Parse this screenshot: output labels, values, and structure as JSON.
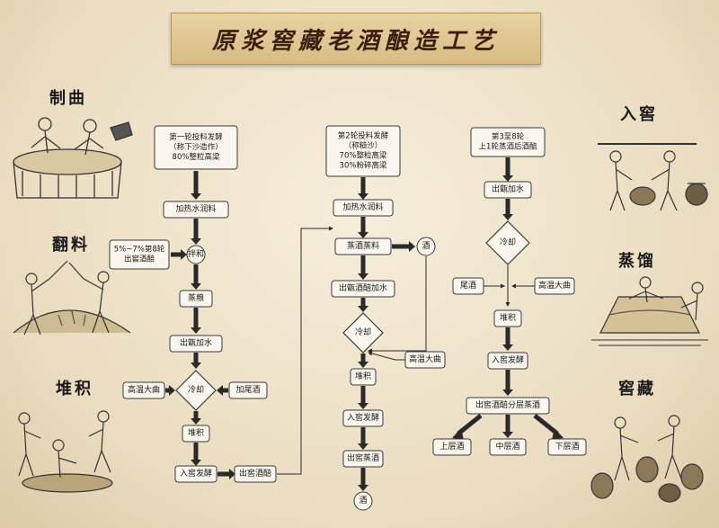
{
  "title": "原浆窖藏老酒酿造工艺",
  "side_labels": {
    "zhiqu": "制曲",
    "fanliao": "翻料",
    "duiji": "堆积",
    "rujiao": "入窖",
    "zhengliu": "蒸馏",
    "jiaocang": "窖藏"
  },
  "nodes": {
    "c1_head_1": "第一轮投料发酵",
    "c1_head_2": "（称下沙造作）",
    "c1_head_3": "80%整粒高梁",
    "c1_water": "加热水润料",
    "c1_side_1": "5%~7%第8轮",
    "c1_side_2": "出窖酒醅",
    "c1_mix": "拌和",
    "c1_steam": "蒸粮",
    "c1_cold": "出甑加水",
    "c1_cool": "冷却",
    "c1_daqu": "高温大曲",
    "c1_weijiu": "加尾酒",
    "c1_pile": "堆积",
    "c1_ferm": "入窖发酵",
    "c1_out": "出窖酒醅",
    "c2_head_1": "第2轮投料发酵",
    "c2_head_2": "（称糙沙）",
    "c2_head_3": "70%整粒高梁",
    "c2_head_4": "30%粉碎高梁",
    "c2_water": "加热水润料",
    "c2_steam": "蒸酒蒸料",
    "c2_jiu1": "酒",
    "c2_cold": "出甑酒醅加水",
    "c2_cool": "冷却",
    "c2_daqu": "高温大曲",
    "c2_pile": "堆积",
    "c2_ferm": "入窖发酵",
    "c2_dist": "出窖蒸酒",
    "c2_jiu2": "酒",
    "c3_head_1": "第3至8轮",
    "c3_head_2": "上1轮蒸酒后酒醅",
    "c3_cold": "出甑加水",
    "c3_cool": "冷却",
    "c3_weijiu": "尾酒",
    "c3_daqu": "高温大曲",
    "c3_pile": "堆积",
    "c3_ferm": "入窖发酵",
    "c3_layer": "出窖酒醅分层蒸酒",
    "c3_top": "上层酒",
    "c3_mid": "中层酒",
    "c3_bot": "下层酒"
  },
  "colors": {
    "arrow": "#2a2a2a",
    "box_fill": "#fbf7ee",
    "box_stroke": "#3a3a3a",
    "text": "#1a1a1a"
  }
}
